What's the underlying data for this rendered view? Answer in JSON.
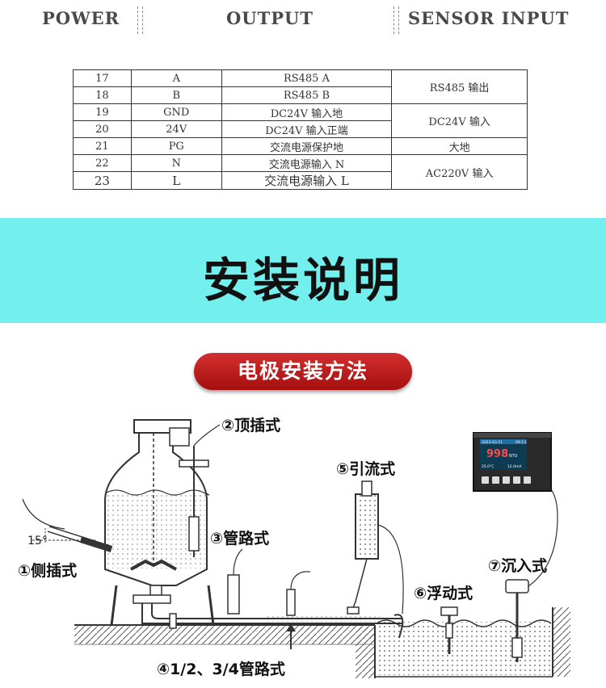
{
  "header": {
    "power": "POWER",
    "output": "OUTPUT",
    "sensor_input": "SENSOR INPUT"
  },
  "terminal_table": {
    "rows": [
      {
        "no": "17",
        "name": "A",
        "desc": "RS485 A"
      },
      {
        "no": "18",
        "name": "B",
        "desc": "RS485 B"
      },
      {
        "no": "19",
        "name": "GND",
        "desc": "DC24V 输入地"
      },
      {
        "no": "20",
        "name": "24V",
        "desc": "DC24V 输入正端"
      },
      {
        "no": "21",
        "name": "PG",
        "desc": "交流电源保护地"
      },
      {
        "no": "22",
        "name": "N",
        "desc": "交流电源输入 N"
      },
      {
        "no": "23",
        "name": "L",
        "desc": "交流电源输入 L"
      }
    ],
    "groups": [
      "RS485 输出",
      "DC24V 输入",
      "大地",
      "AC220V 输入"
    ]
  },
  "banner": {
    "title": "安装说明"
  },
  "section": {
    "title": "电极安装方法"
  },
  "methods": {
    "side": "①侧插式",
    "top": "②顶插式",
    "pipe": "③管路式",
    "pipe_fraction": "④1/2、3/4管路式",
    "flow": "⑤引流式",
    "float": "⑥浮动式",
    "immersion": "⑦沉入式"
  },
  "angle_label": "15°",
  "controller_screen": {
    "date": "2023-03-11",
    "time": "09:13",
    "value": "998",
    "unit": "NTU",
    "temp": "25.0°C",
    "current": "12.0mA"
  },
  "colors": {
    "banner": "#73f0ee",
    "pill": "#b81c1c"
  }
}
